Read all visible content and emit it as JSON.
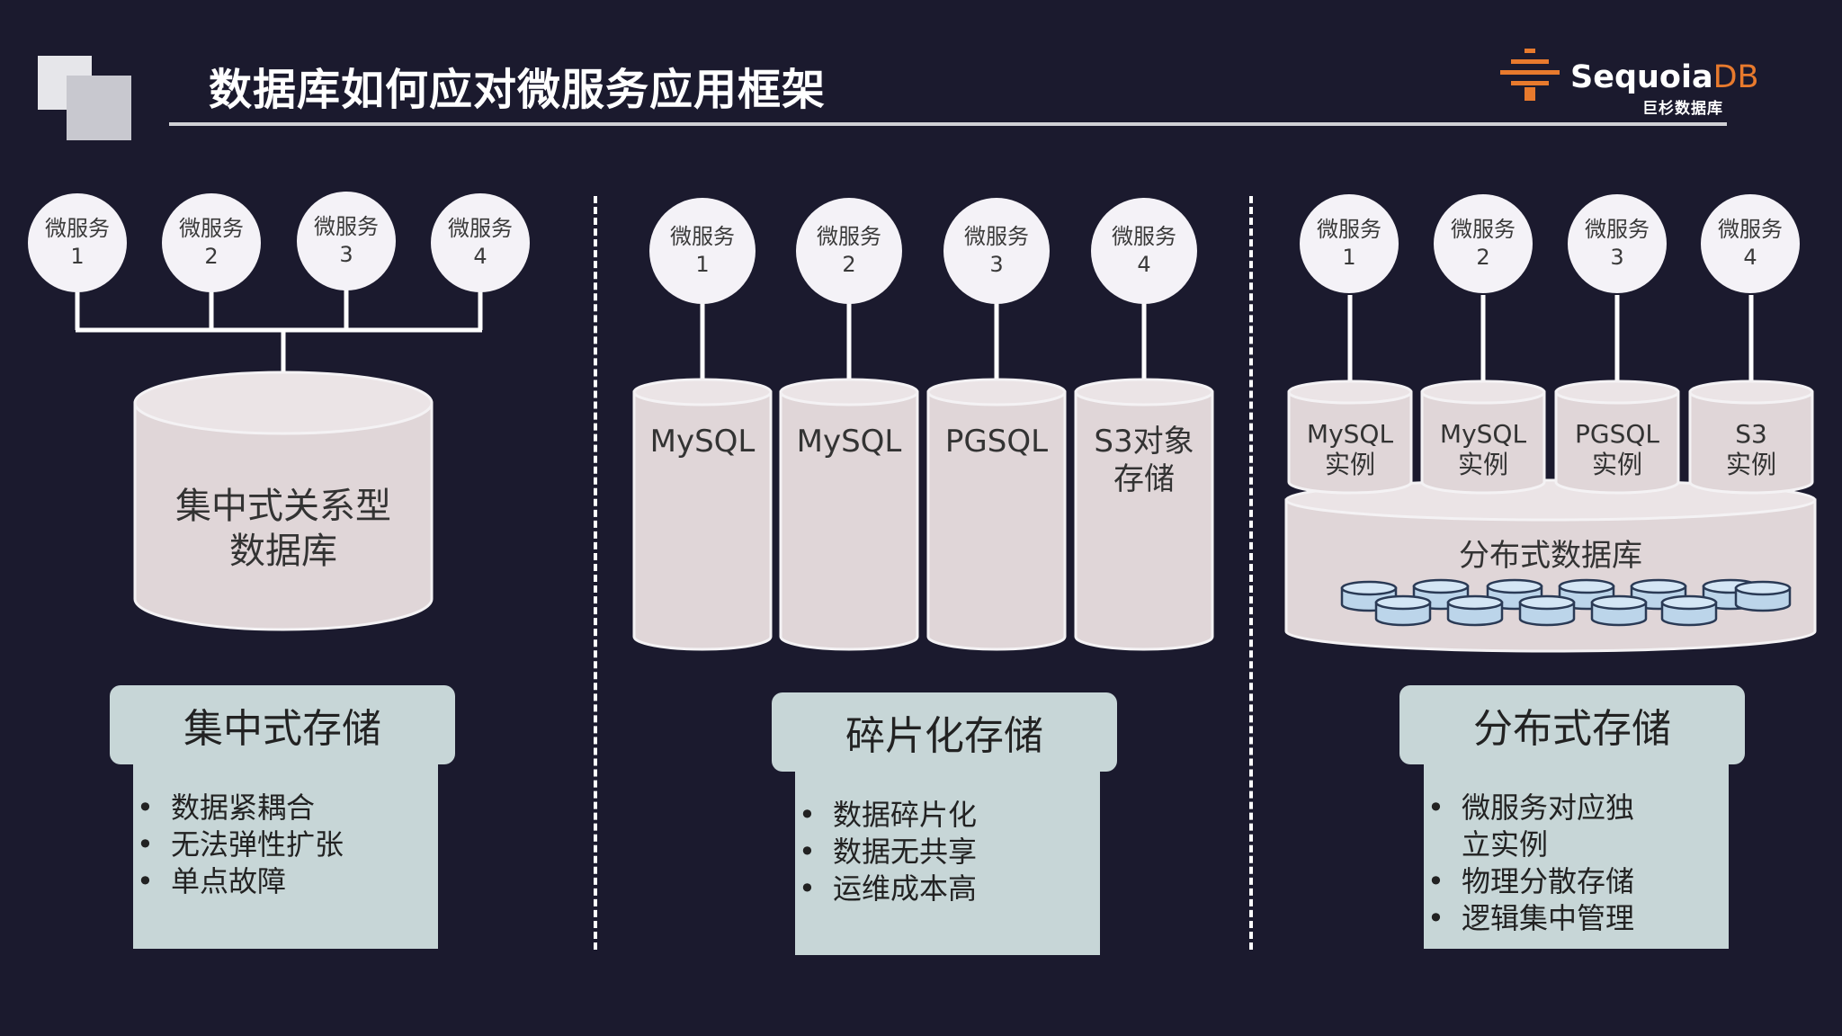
{
  "header": {
    "title": "数据库如何应对微服务应用框架"
  },
  "logo": {
    "brand_main": "Sequoia",
    "brand_accent": "DB",
    "brand_sub": "巨杉数据库",
    "accent_color": "#e87a2d"
  },
  "panels": [
    {
      "services": [
        {
          "label": "微服务",
          "num": "1"
        },
        {
          "label": "微服务",
          "num": "2"
        },
        {
          "label": "微服务",
          "num": "3"
        },
        {
          "label": "微服务",
          "num": "4"
        }
      ],
      "database": "集中式关系型\n数据库",
      "category": "集中式存储",
      "bullets": [
        "数据紧耦合",
        "无法弹性扩张",
        "单点故障"
      ]
    },
    {
      "services": [
        {
          "label": "微服务",
          "num": "1"
        },
        {
          "label": "微服务",
          "num": "2"
        },
        {
          "label": "微服务",
          "num": "3"
        },
        {
          "label": "微服务",
          "num": "4"
        }
      ],
      "stores": [
        "MySQL",
        "MySQL",
        "PGSQL",
        "S3对象\n存储"
      ],
      "category": "碎片化存储",
      "bullets": [
        "数据碎片化",
        "数据无共享",
        "运维成本高"
      ]
    },
    {
      "services": [
        {
          "label": "微服务",
          "num": "1"
        },
        {
          "label": "微服务",
          "num": "2"
        },
        {
          "label": "微服务",
          "num": "3"
        },
        {
          "label": "微服务",
          "num": "4"
        }
      ],
      "instances": [
        "MySQL\n实例",
        "MySQL\n实例",
        "PGSQL\n实例",
        "S3\n实例"
      ],
      "database": "分布式数据库",
      "category": "分布式存储",
      "bullets": [
        "微服务对应独\n立实例",
        "物理分散存储",
        "逻辑集中管理"
      ]
    }
  ]
}
